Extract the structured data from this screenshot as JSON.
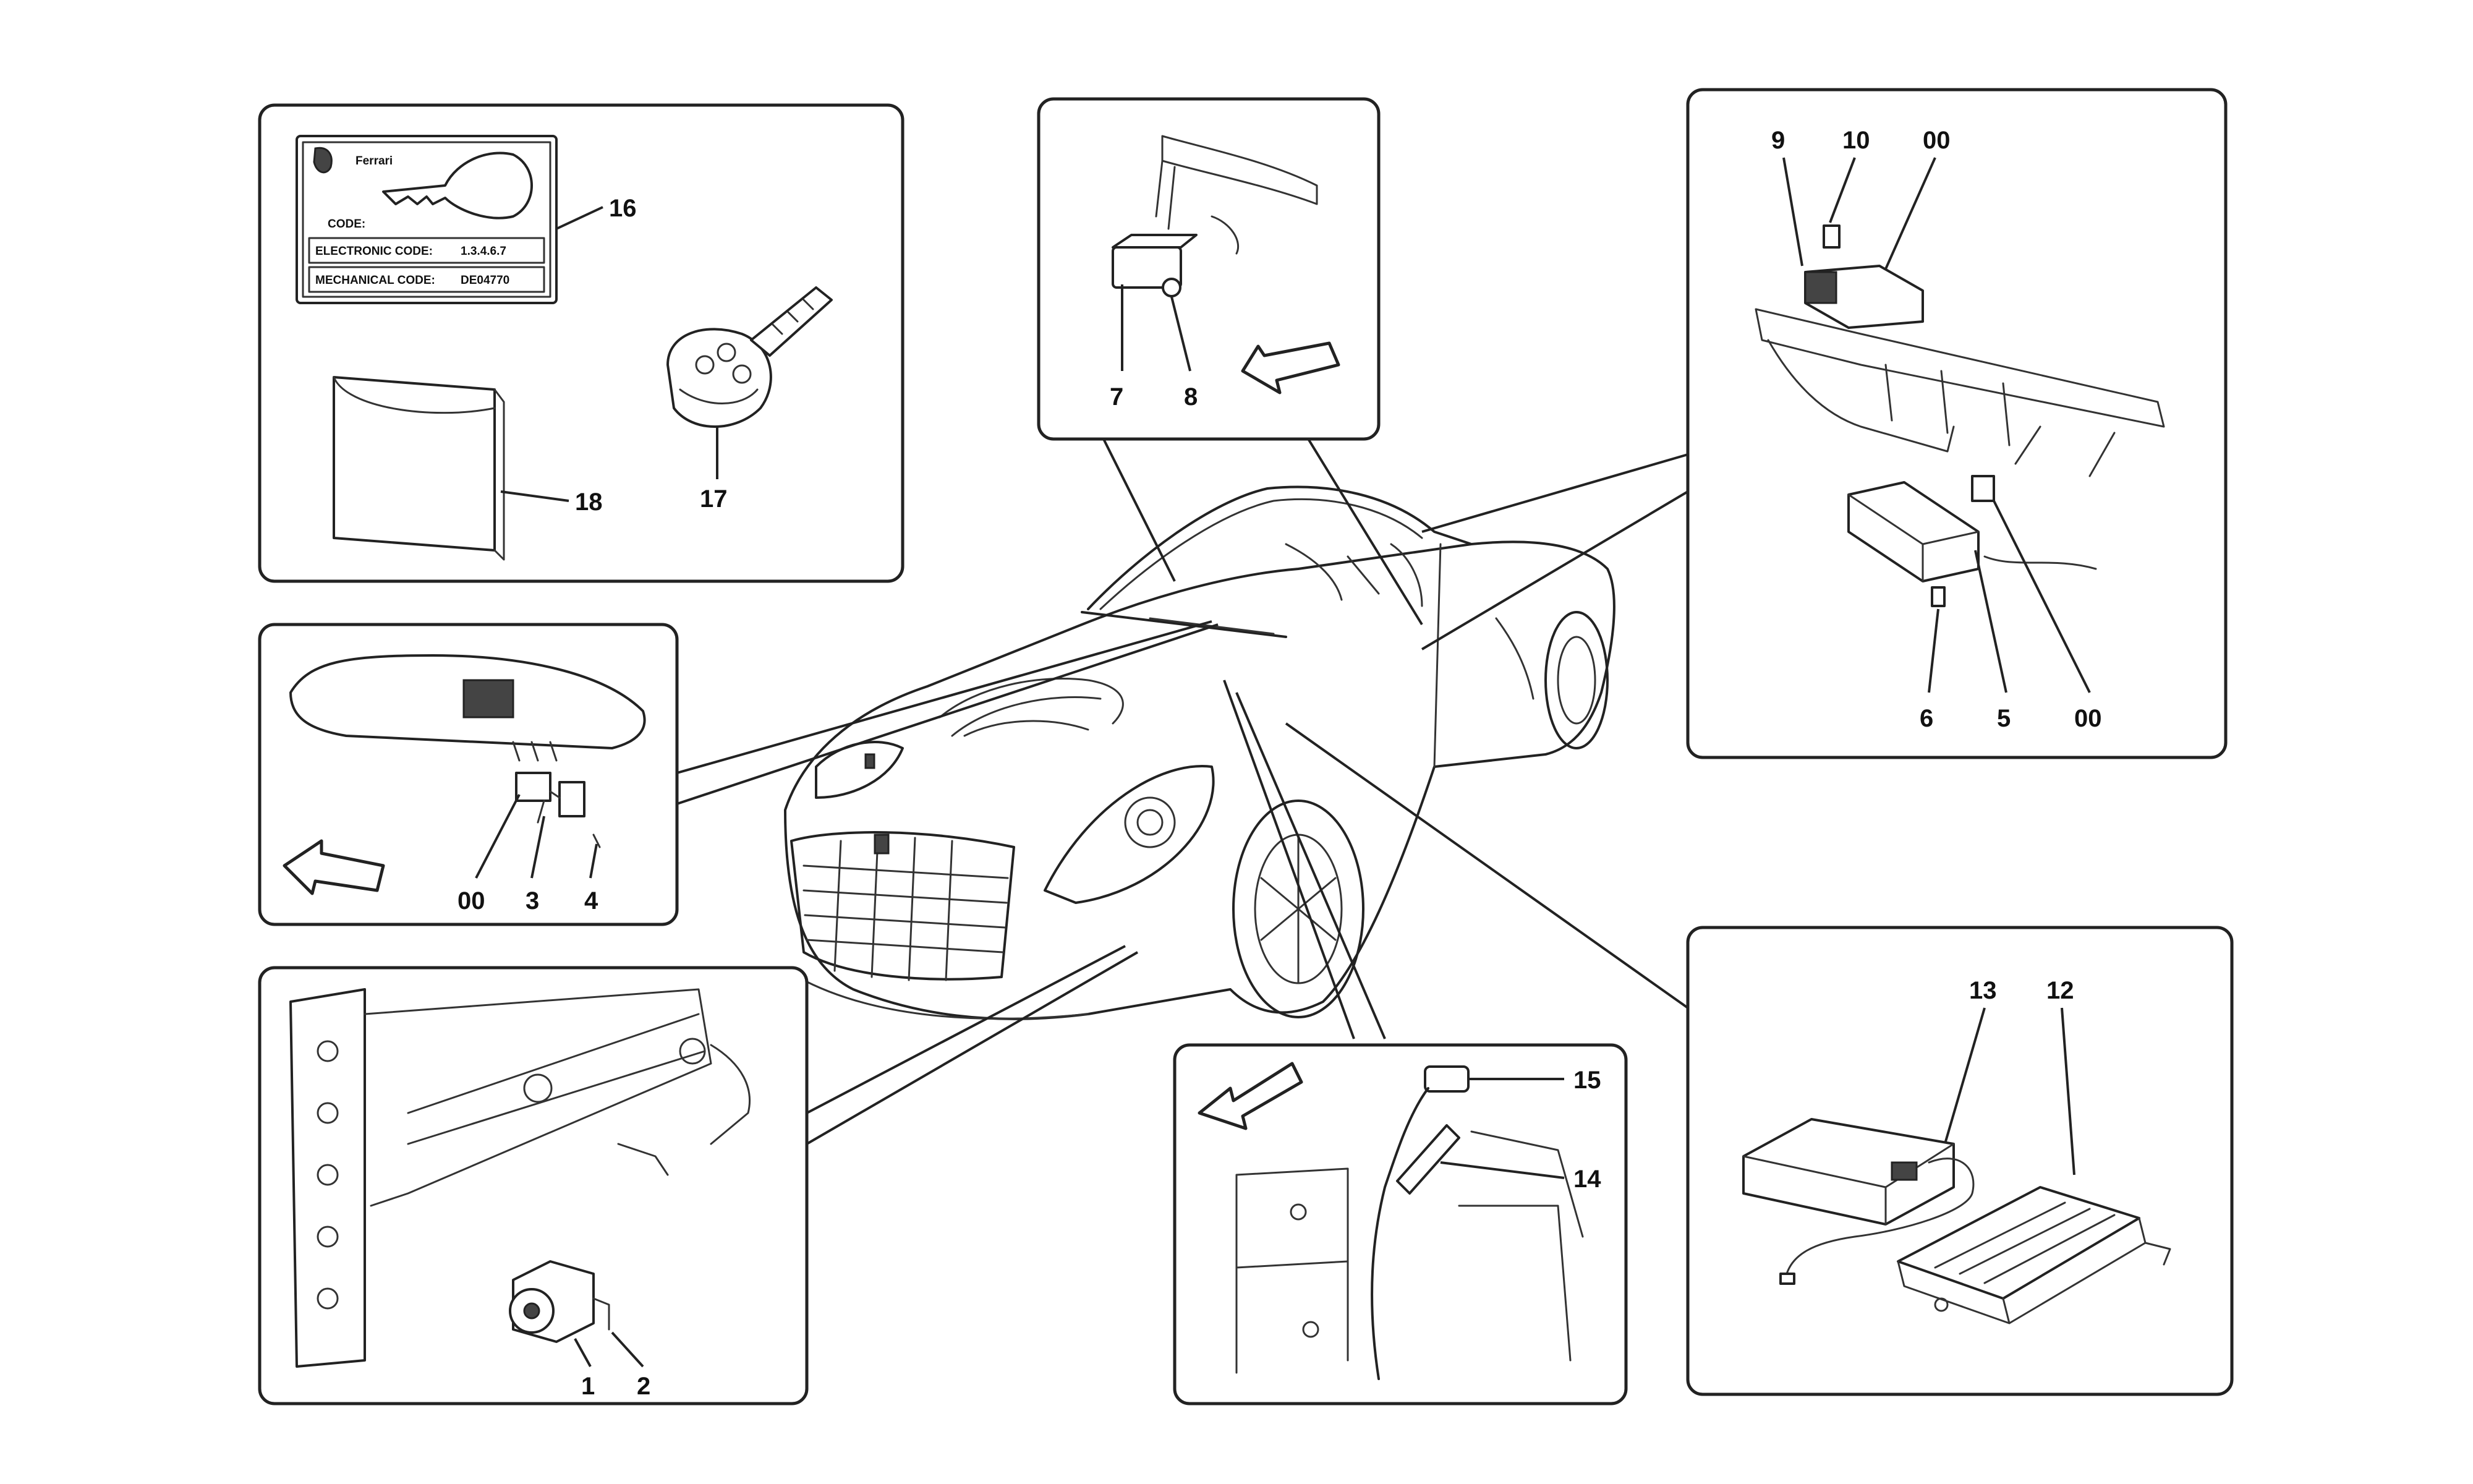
{
  "label_card": {
    "brand": "Ferrari",
    "code_label": "CODE:",
    "electronic_label": "ELECTRONIC CODE:",
    "electronic_value": "1.3.4.6.7",
    "mechanical_label": "MECHANICAL CODE:",
    "mechanical_value": "DE04770"
  },
  "callouts": {
    "c1": "1",
    "c2": "2",
    "c3": "3",
    "c4": "4",
    "c5": "5",
    "c6": "6",
    "c7": "7",
    "c8": "8",
    "c9": "9",
    "c10": "10",
    "c12": "12",
    "c13": "13",
    "c14": "14",
    "c15": "15",
    "c16": "16",
    "c17": "17",
    "c18": "18",
    "c00a": "00",
    "c00b": "00",
    "c00c": "00"
  }
}
